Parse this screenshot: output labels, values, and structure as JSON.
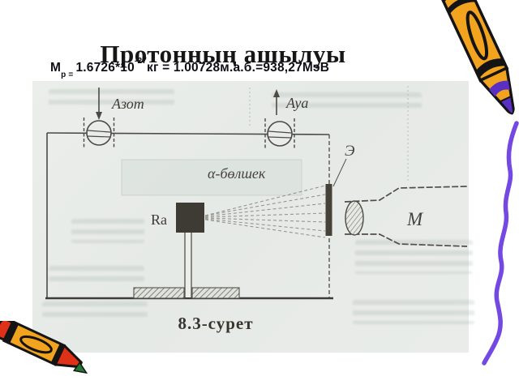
{
  "slide": {
    "title": "Протонның ашылуы",
    "formula": {
      "symbol": "М",
      "subscript": "р = ",
      "mantissa": "1.6726*10",
      "exponent": "-27",
      "rest": "кг = 1.00728м.а.б.=938,27МэВ"
    },
    "figure": {
      "label_nitrogen": "Азот",
      "label_air": "Ауа",
      "label_alpha": "α-бөлшек",
      "label_screen": "Э",
      "label_source": "Ra",
      "label_microscope": "М",
      "caption": "8.3-сурет"
    },
    "colors": {
      "crayon_orange": "#F2A41E",
      "crayon_purple": "#5A2FC4",
      "crayon_red": "#DE3118",
      "crayon_green": "#237A36",
      "squiggle_purple": "#7348E3",
      "scan_background": "#E9ECE8",
      "diagram_ink": "#4D4A44"
    }
  }
}
